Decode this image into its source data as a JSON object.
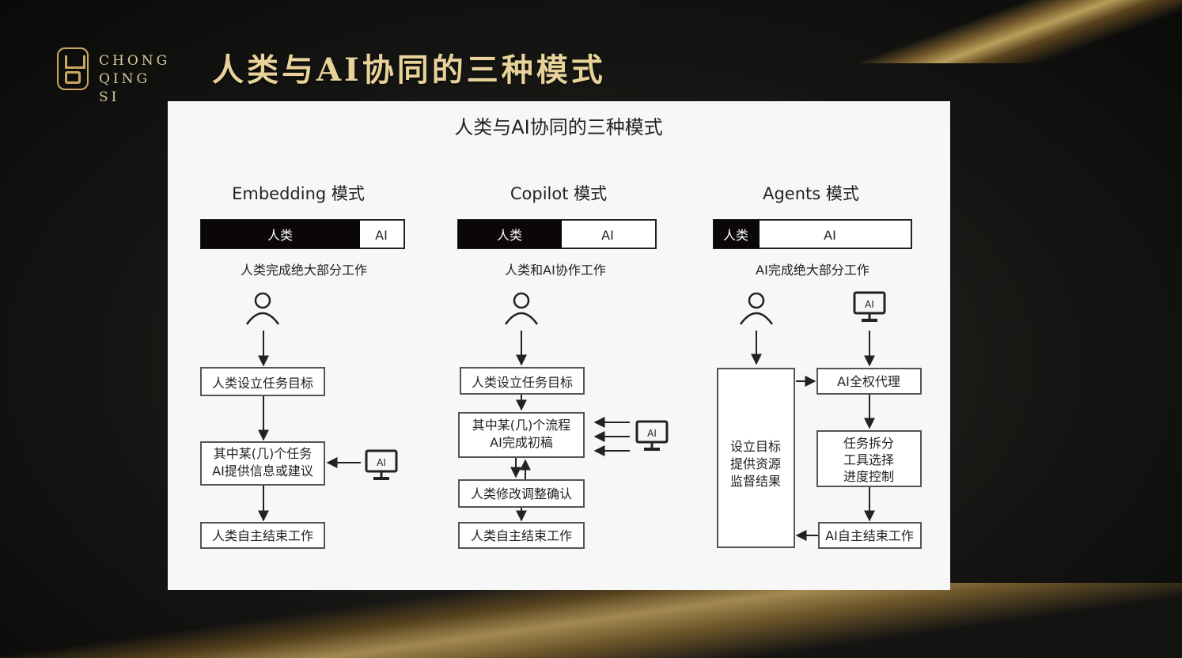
{
  "brand": {
    "line1": "CHONG",
    "line2": "QING SI"
  },
  "slide_title": "人类与AI协同的三种模式",
  "diagram": {
    "title": "人类与AI协同的三种模式",
    "columns": [
      {
        "heading": "Embedding 模式",
        "bar_human": "人类",
        "bar_ai": "AI",
        "caption": "人类完成绝大部分工作",
        "steps": [
          "人类设立任务目标",
          "其中某(几)个任务",
          "AI提供信息或建议",
          "人类自主结束工作"
        ],
        "monitor_label": "AI"
      },
      {
        "heading": "Copilot 模式",
        "bar_human": "人类",
        "bar_ai": "AI",
        "caption": "人类和AI协作工作",
        "steps": [
          "人类设立任务目标",
          "其中某(几)个流程",
          "AI完成初稿",
          "人类修改调整确认",
          "人类自主结束工作"
        ],
        "monitor_label": "AI"
      },
      {
        "heading": "Agents 模式",
        "bar_human": "人类",
        "bar_ai": "AI",
        "caption": "AI完成绝大部分工作",
        "human_box": [
          "设立目标",
          "提供资源",
          "监督结果"
        ],
        "steps": [
          "AI全权代理",
          "任务拆分",
          "工具选择",
          "进度控制",
          "AI自主结束工作"
        ],
        "monitor_label": "AI"
      }
    ]
  }
}
